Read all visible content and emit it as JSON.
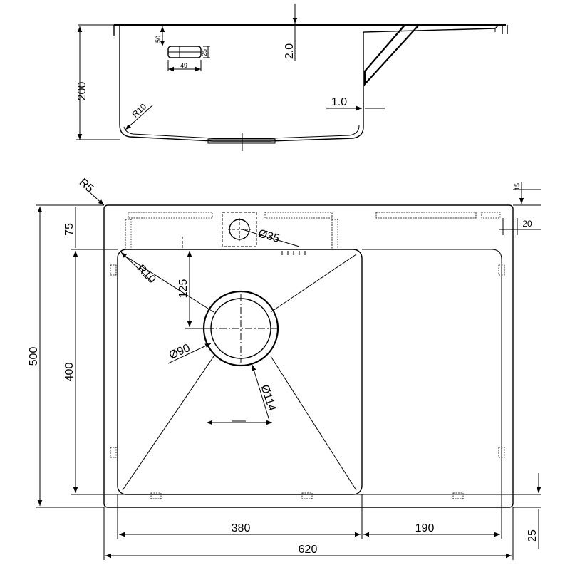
{
  "side_view": {
    "height_dim": "200",
    "depth_50": "50",
    "overflow_25": "25",
    "overflow_49": "49",
    "radius": "R10",
    "thickness_top": "2.0",
    "thickness_side": "1.0"
  },
  "top_view": {
    "corner_radius": "R5",
    "edge_15": "15",
    "edge_20": "20",
    "overall_height": "500",
    "bowl_height": "400",
    "top_offset": "75",
    "drain_offset": "125",
    "bowl_radius": "R10",
    "tap_hole": "Ø35",
    "drain_inner": "Ø90",
    "drain_outer": "Ø114",
    "bowl_width": "380",
    "drainer_width": "190",
    "overall_width": "620",
    "bottom_offset": "25"
  }
}
